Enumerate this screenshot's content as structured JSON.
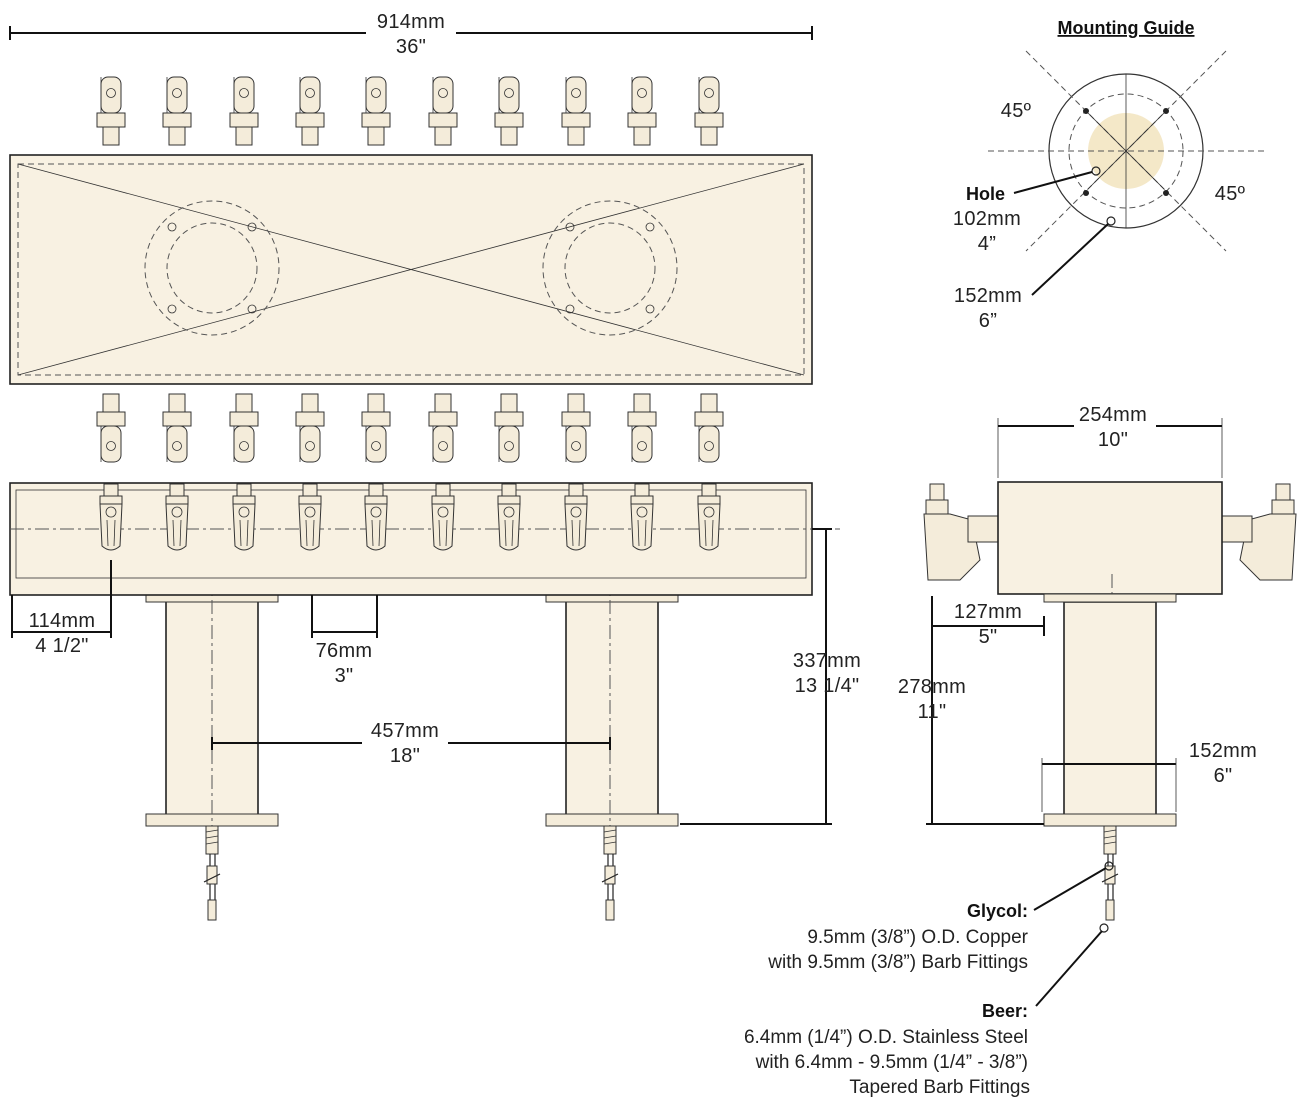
{
  "top_view": {
    "width_mm": "914mm",
    "width_in": "36\""
  },
  "front_view": {
    "end_offset_mm": "114mm",
    "end_offset_in": "4 1/2\"",
    "spacing_mm": "76mm",
    "spacing_in": "3\"",
    "column_spacing_mm": "457mm",
    "column_spacing_in": "18\"",
    "height_mm": "337mm",
    "height_in": "13 1/4\""
  },
  "mounting_guide": {
    "title": "Mounting Guide",
    "angle_top": "45º",
    "angle_bottom": "45º",
    "hole_label": "Hole",
    "hole_mm": "102mm",
    "hole_in": "4”",
    "flange_mm": "152mm",
    "flange_in": "6”"
  },
  "side_view": {
    "depth_mm": "254mm",
    "depth_in": "10\"",
    "offset_mm": "127mm",
    "offset_in": "5\"",
    "height_mm": "278mm",
    "height_in": "11\"",
    "base_mm": "152mm",
    "base_in": "6\""
  },
  "notes": {
    "glycol_label": "Glycol:",
    "glycol_line1": "9.5mm (3/8”) O.D. Copper",
    "glycol_line2": "with 9.5mm (3/8”) Barb Fittings",
    "beer_label": "Beer:",
    "beer_line1": "6.4mm (1/4”) O.D. Stainless Steel",
    "beer_line2": "with 6.4mm - 9.5mm (1/4” - 3/8”)",
    "beer_line3": "Tapered Barb Fittings"
  },
  "faucet_count_per_side": 10,
  "colors": {
    "fill": "#f8f1e2",
    "line": "#222222"
  }
}
